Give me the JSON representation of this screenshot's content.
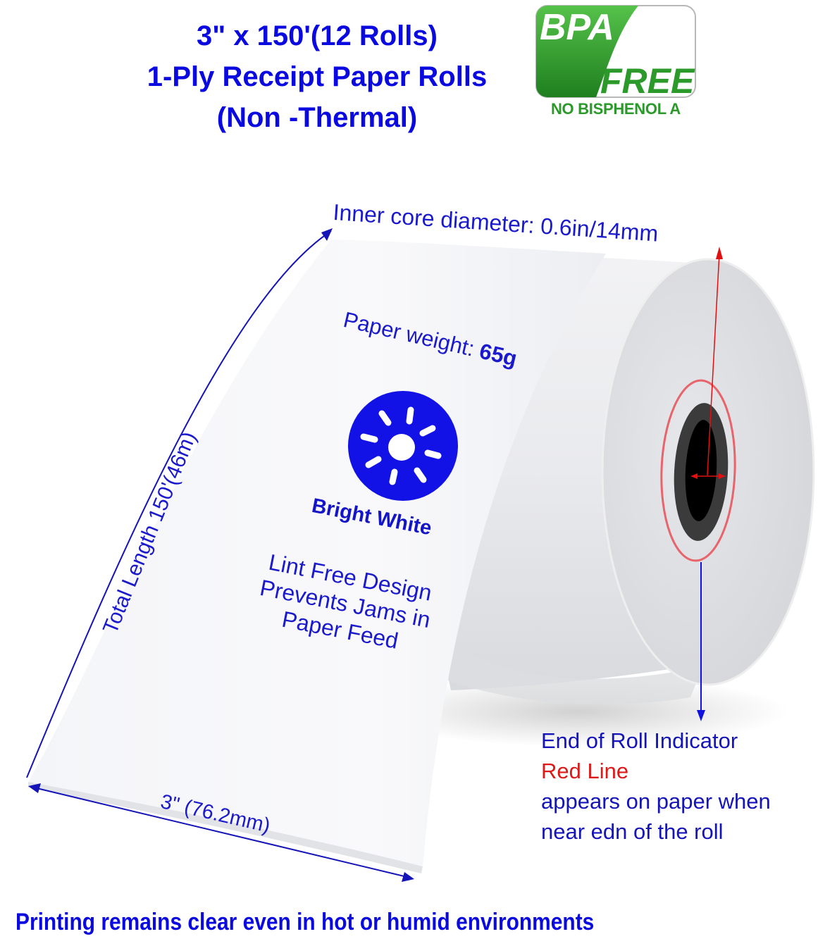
{
  "title": {
    "line1": "3\" x 150'(12 Rolls)",
    "line2": "1-Ply Receipt Paper Rolls",
    "line3": "(Non -Thermal)"
  },
  "badge": {
    "top_word": "BPA",
    "bottom_word": "FREE",
    "subtitle": "NO BISPHENOL A",
    "colors": {
      "green_dark": "#1f7f1f",
      "green_light": "#55c24a",
      "text_green": "#2b9a2b"
    }
  },
  "annotations": {
    "inner_core": "Inner core diameter: 0.6in/14mm",
    "paper_weight_label": "Paper weight: ",
    "paper_weight_value": "65g",
    "bright_white": "Bright White",
    "lint_lines": [
      "Lint Free Design",
      "Prevents Jams in",
      "Paper Feed"
    ],
    "total_length": "Total Length 150'(46m)",
    "width": "3\" (76.2mm)"
  },
  "indicator": {
    "line1": "End of Roll Indicator",
    "line2": "Red Line",
    "line3": "appears on paper when",
    "line4": "near edn of the roll"
  },
  "footer": "Printing remains clear even in hot or humid environments",
  "icons": {
    "brightness": "sun-icon",
    "core": "roll-core"
  },
  "colors": {
    "text_blue": "#0a0ae0",
    "annotation_blue": "#1a1acc",
    "indicator_red": "#dd1a1a",
    "ring_red": "#e8646c",
    "icon_blue": "#1212e6"
  }
}
